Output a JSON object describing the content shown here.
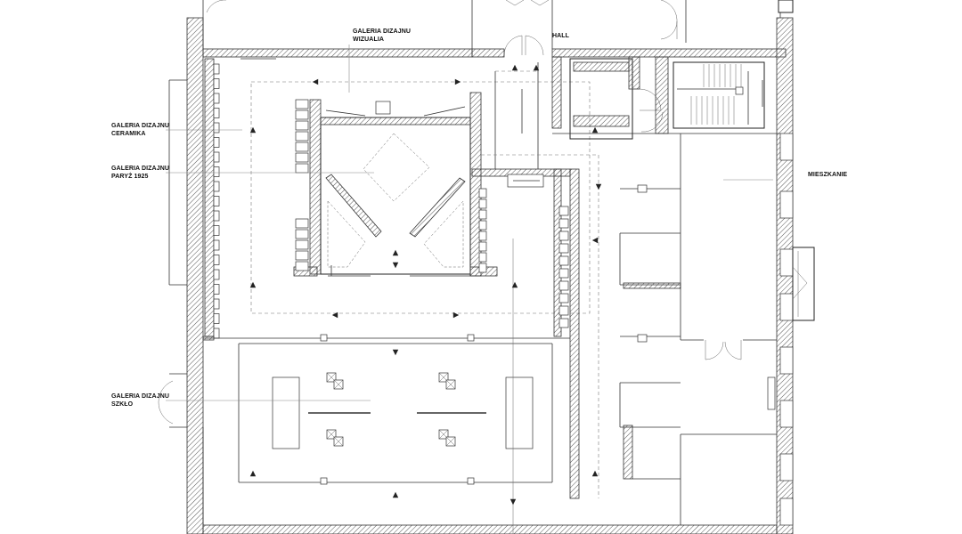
{
  "labels": {
    "wizualia": [
      "GALERIA DIZAJNU",
      "WIZUALIA"
    ],
    "hall": "HALL",
    "ceramika": [
      "GALERIA DIZAJNU",
      "CERAMIKA"
    ],
    "paryz": [
      "GALERIA DIZAJNU",
      "PARYŻ 1925"
    ],
    "mieszkanie": "MIESZKANIE",
    "szklo": [
      "GALERIA DIZAJNU",
      "SZKŁO"
    ]
  },
  "colors": {
    "ink": "#222222",
    "hatch": "#555555",
    "paper": "#ffffff"
  }
}
